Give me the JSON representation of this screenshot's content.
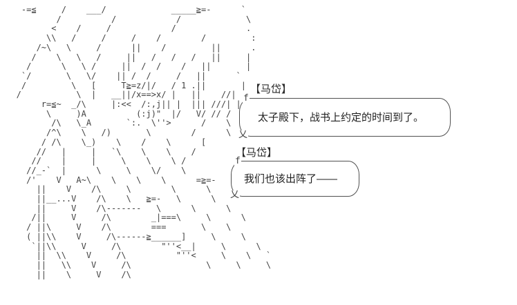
{
  "scene": {
    "background_color": "#ffffff",
    "ink_color": "#3f3f3f",
    "text_color": "#1f1f1f",
    "bubble_border_color": "#4f4f4f"
  },
  "ascii_art": {
    "lines": [
      "    -=≦     /    ___/             _____≧=-      `",
      "           /          /            /             \\",
      "          <    /     /            /              .",
      "         \\\\   /     /     /    /        /         :",
      "       /~\\   \\     /      ||    /         ||      .",
      "      /    \\   \\   /     ||   /   /   /   ||     |",
      "     /      \\   \\ /     ||  /  /    /   ||       |",
      "    `/       \\   \\/    || /  /     /   ||      `",
      "    /         \\   [     T≧=z/|/   / 1 .||       |",
      "   /           \\  |   __||/x==>x/ |   ||    //|",
      "        r=≦~  _/\\     |:<<  /:,j|| |  ||| ///| |",
      "         \\     )A          (:j)\"  |/   V/ // /",
      "          /\\   \\_A       `:.  \\''>      /    \\",
      "         /^\\    \\   /)       \\        /      \\",
      "        / /\\    \\_)    \\    /    \\      [",
      "       //   |     |   `\\    \\    \\    /",
      "      //    |     |     \\    \\    \\ /",
      "     //_-`  |      \\     \\    \\/    \\",
      "     /'    V   A~\\    \\    \\    \\      =≧=-",
      "       ||    V    /\\     \\        \\      \\",
      "       ||__...V    /\\    \\   ≧=-   \\      \\",
      "       ||     V    /\\-------   \\      \\      \\",
      "      /||     V     /\\        _|===\\     \\      \\",
      "     / ||\\     V    /\\        ===       \\    \\",
      "     ( ||\\\\    V     /\\------≧______]     \\     \\",
      "      `||\\\\     V     /\\        \"''<__|     \\      \\",
      "       ||  \\\\    V     /\\          \"''<     \\    \\   `",
      "       ||   \\\\    V     /\\               \\     \\     \\",
      "       ||    \\     V    /\\"
    ]
  },
  "dialogues": [
    {
      "speaker": "【马岱】",
      "text": "太子殿下，战书上约定的时间到了。",
      "corner_top": "f",
      "corner_bottom": "乂"
    },
    {
      "speaker": "【马岱】",
      "text": "我们也该出阵了——",
      "corner_top": "f",
      "corner_bottom": "乂"
    }
  ]
}
